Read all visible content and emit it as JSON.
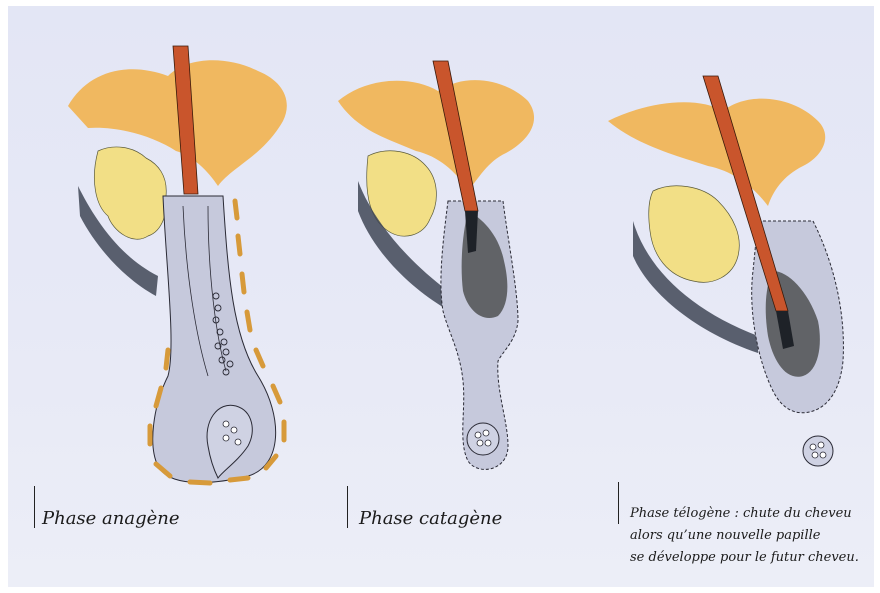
{
  "captions": {
    "anagen": "Phase anagène",
    "catagen": "Phase catagène",
    "telogen_line1": "Phase télogène : chute du cheveu",
    "telogen_line2": "alors qu’une nouvelle papille",
    "telogen_line3": "se développe pour le futur cheveu."
  },
  "colors": {
    "hair_shaft": "#c9552c",
    "gland_orange": "#f0b860",
    "gland_yellow": "#f2df86",
    "follicle_fill": "#c6c9dc",
    "club_gray": "#55585a",
    "dark_shading": "#3f4656",
    "anagen_rim": "#d79a3a"
  }
}
